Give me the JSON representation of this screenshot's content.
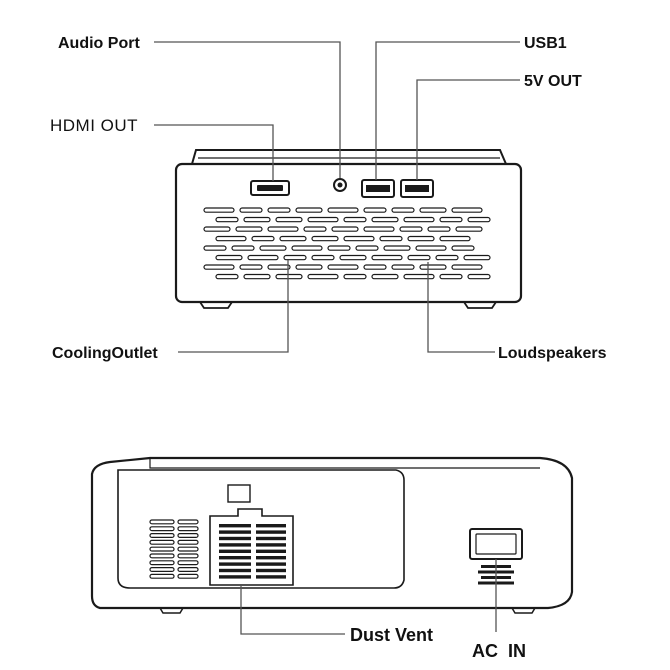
{
  "diagram": {
    "top_view_labels": {
      "audio_port": "Audio Port",
      "usb1": "USB1",
      "five_v_out": "5V OUT",
      "hdmi_out": "HDMI OUT",
      "cooling_outlet": "CoolingOutlet",
      "loudspeakers": "Loudspeakers"
    },
    "bottom_view_labels": {
      "dust_vent": "Dust Vent",
      "ac_in": "AC  IN"
    },
    "colors": {
      "line": "#1a1a1a",
      "leader": "#555555",
      "background": "#ffffff"
    }
  }
}
